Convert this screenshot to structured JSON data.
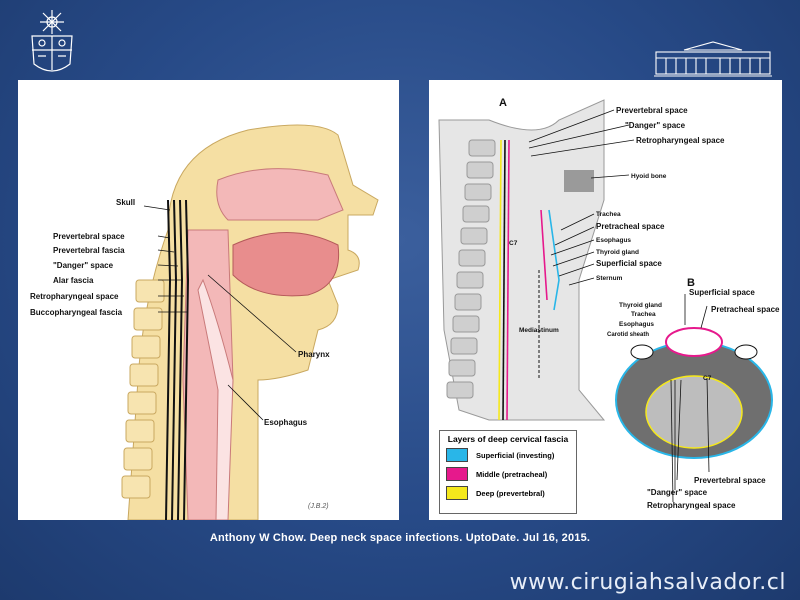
{
  "left_figure": {
    "labels": {
      "skull": "Skull",
      "prevertebral_space": "Prevertebral space",
      "prevertebral_fascia": "Prevertebral fascia",
      "danger_space": "\"Danger\" space",
      "alar_fascia": "Alar fascia",
      "retropharyngeal_space": "Retropharyngeal space",
      "buccopharyngeal_fascia": "Buccopharyngeal fascia",
      "pharynx": "Pharynx",
      "esophagus": "Esophagus",
      "signature": "(J.B.2)"
    }
  },
  "right_figure": {
    "panel_a_letter": "A",
    "panel_b_letter": "B",
    "labels_a": {
      "prevertebral_space": "Prevertebral space",
      "danger_space": "\"Danger\" space",
      "retropharyngeal_space": "Retropharyngeal space",
      "hyoid_bone": "Hyoid bone",
      "trachea": "Trachea",
      "pretracheal_space": "Pretracheal space",
      "esophagus": "Esophagus",
      "thyroid_gland": "Thyroid gland",
      "superficial_space": "Superficial space",
      "sternum": "Sternum",
      "c7": "C7",
      "mediastinum": "Mediastinum"
    },
    "labels_b": {
      "superficial_space": "Superficial space",
      "thyroid_gland": "Thyroid gland",
      "trachea": "Trachea",
      "pretracheal_space": "Pretracheal space",
      "esophagus": "Esophagus",
      "carotid_sheath": "Carotid sheath",
      "c7": "C7",
      "prevertebral_space": "Prevertebral space",
      "danger_space": "\"Danger\" space",
      "retropharyngeal_space": "Retropharyngeal space"
    },
    "legend": {
      "title": "Layers of deep cervical fascia",
      "items": [
        {
          "label": "Superficial (investing)",
          "color": "#29b6e8"
        },
        {
          "label": "Middle (pretracheal)",
          "color": "#e6198c"
        },
        {
          "label": "Deep (prevertebral)",
          "color": "#f5e81c"
        }
      ]
    }
  },
  "caption": "Anthony W Chow. Deep neck space infections. UptoDate. Jul 16, 2015.",
  "website": "www.cirugiahsalvador.cl",
  "colors": {
    "background": "#274a87",
    "tissue_pink": "#f3b8b8",
    "bone": "#f5dfa3",
    "superficial": "#29b6e8",
    "middle": "#e6198c",
    "deep": "#f5e81c"
  }
}
